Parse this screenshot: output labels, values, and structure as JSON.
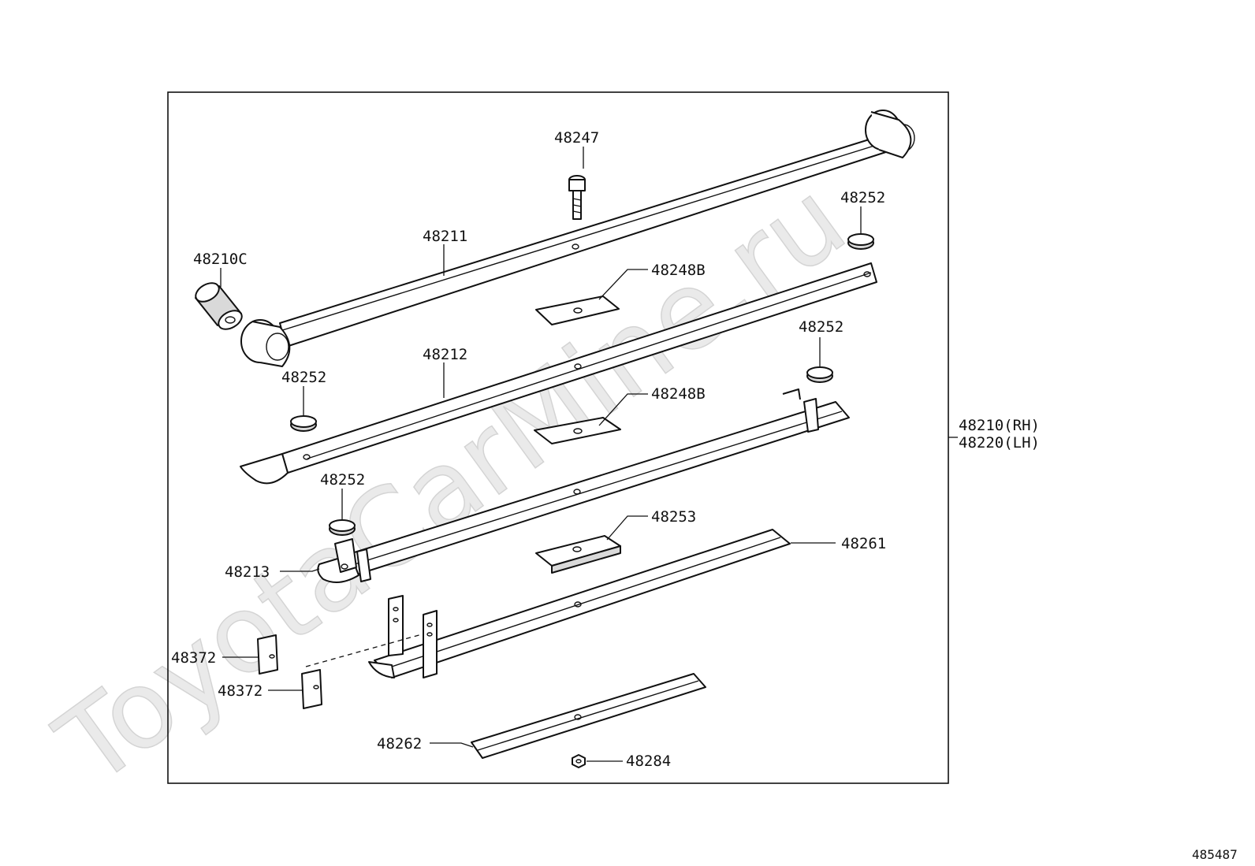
{
  "watermark": "ToyotaCarMine.ru",
  "diagram_code": "485487",
  "assembly": {
    "label_rh": "48210(RH)",
    "label_lh": "48220(LH)"
  },
  "parts": {
    "p48247": "48247",
    "p48252_a": "48252",
    "p48211": "48211",
    "p48210c": "48210C",
    "p48248b_a": "48248B",
    "p48252_b": "48252",
    "p48212": "48212",
    "p48252_c": "48252",
    "p48248b_b": "48248B",
    "p48252_d": "48252",
    "p48253": "48253",
    "p48261": "48261",
    "p48213": "48213",
    "p48372_a": "48372",
    "p48372_b": "48372",
    "p48262": "48262",
    "p48284": "48284"
  }
}
